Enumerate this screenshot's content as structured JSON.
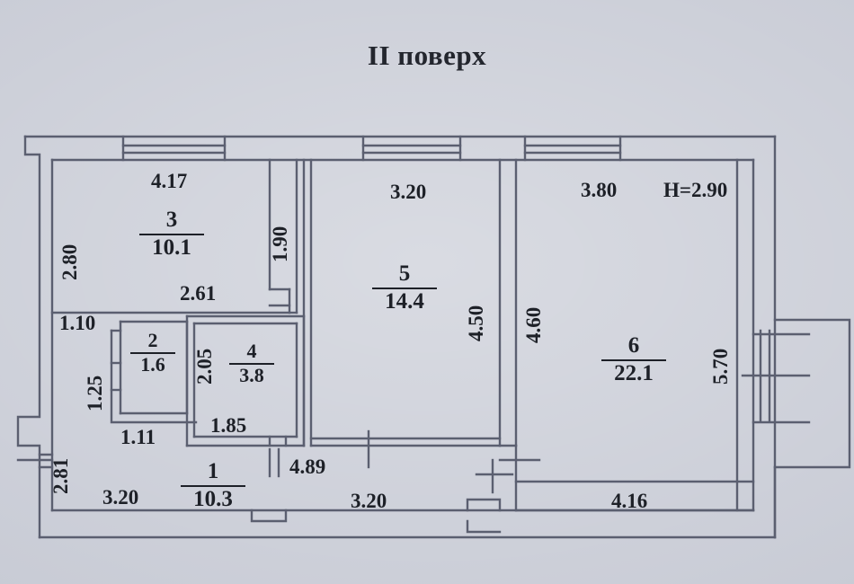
{
  "title": "II поверх",
  "height_note": "H=2.90",
  "colors": {
    "paper": "#c9ccd6",
    "ink": "#1d2027",
    "wall": "#55596a"
  },
  "rooms": [
    {
      "id": "room-1",
      "number": "1",
      "area": "10.3"
    },
    {
      "id": "room-2",
      "number": "2",
      "area": "1.6"
    },
    {
      "id": "room-3",
      "number": "3",
      "area": "10.1"
    },
    {
      "id": "room-4",
      "number": "4",
      "area": "3.8"
    },
    {
      "id": "room-5",
      "number": "5",
      "area": "14.4"
    },
    {
      "id": "room-6",
      "number": "6",
      "area": "22.1"
    }
  ],
  "dimensions": {
    "room3_top": "4.17",
    "room3_left": "2.80",
    "room3_right": "1.90",
    "room3_bottom": "2.61",
    "room2_top": "1.10",
    "room2_left": "1.25",
    "room2_bottom": "1.11",
    "room4_left": "2.05",
    "room4_bottom": "1.85",
    "left_lower": "2.81",
    "room5_top": "3.20",
    "room5_right": "4.50",
    "room6_left": "4.60",
    "room6_top": "3.80",
    "room6_right": "5.70",
    "hall_bottom_left": "3.20",
    "hall_bottom_mid": "4.89",
    "hall_bottom_mid2": "3.20",
    "bottom_right": "4.16"
  }
}
